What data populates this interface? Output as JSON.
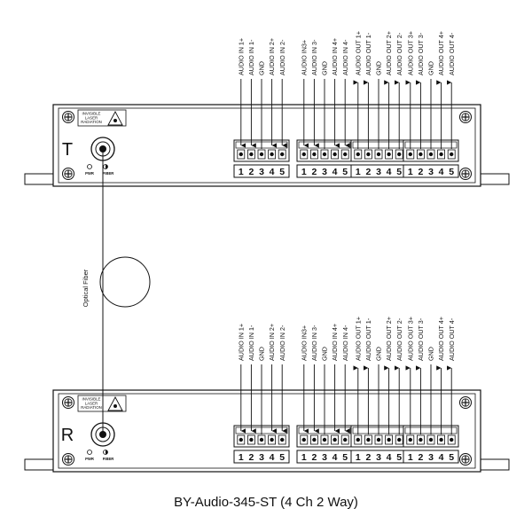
{
  "caption": "BY-Audio-345-ST (4 Ch 2 Way)",
  "fiber_label": "Optical Fiber",
  "warning_label": [
    "INVISIBLE",
    "LASER",
    "RADIATION"
  ],
  "indicators": {
    "pwr": "PWR",
    "fiber": "FIBER"
  },
  "units": [
    {
      "letter": "T"
    },
    {
      "letter": "R"
    }
  ],
  "groups": [
    {
      "id": "g1",
      "labels": [
        "AUDIO IN 1+",
        "AUDIO IN 1-",
        "GND",
        "AUDIO IN 2+",
        "AUDIO IN 2-"
      ],
      "dirs": [
        "in",
        "in",
        "none",
        "in",
        "in"
      ]
    },
    {
      "id": "g2",
      "labels": [
        "AUDIO IN3+",
        "AUDIO IN 3-",
        "GND",
        "AUDIO IN 4+",
        "AUDIO IN 4-"
      ],
      "dirs": [
        "in",
        "in",
        "none",
        "in",
        "in"
      ]
    },
    {
      "id": "g3",
      "labels": [
        "AUDIO OUT 1+",
        "AUDIO OUT 1-",
        "GND",
        "AUDIO OUT 2+",
        "AUDIO OUT 2-"
      ],
      "dirs": [
        "out",
        "out",
        "none",
        "out",
        "out"
      ]
    },
    {
      "id": "g4",
      "labels": [
        "AUDIO OUT 3+",
        "AUDIO OUT 3-",
        "GND",
        "AUDIO OUT 4+",
        "AUDIO OUT 4-"
      ],
      "dirs": [
        "out",
        "out",
        "none",
        "out",
        "out"
      ]
    }
  ],
  "groups_r": [
    {
      "id": "g1",
      "labels": [
        "AUDIO IN 1+",
        "AUDIO IN 1-",
        "GND",
        "AUDIO IN 2+",
        "AUDIO IN 2-"
      ]
    },
    {
      "id": "g2",
      "labels": [
        "AUDIO IN3+",
        "AUDIO IN 3-",
        "GND",
        "AUDIO IN 4+",
        "AUDIO IN 4-"
      ]
    },
    {
      "id": "g3",
      "labels": [
        "AUDIO OUT 1+",
        "AUDIO OUT 1-",
        "GND",
        "AUDIO OUT 2+",
        "AUDIO OUT 2-"
      ]
    },
    {
      "id": "g4",
      "labels": [
        "AUDIO OUT 3+",
        "AUDIO OUT 3-",
        "GND",
        "AUDIO OUT 4+",
        "AUDIO OUT 4-"
      ]
    }
  ],
  "terminal_numbers": [
    "1",
    "2",
    "3",
    "4",
    "5"
  ]
}
